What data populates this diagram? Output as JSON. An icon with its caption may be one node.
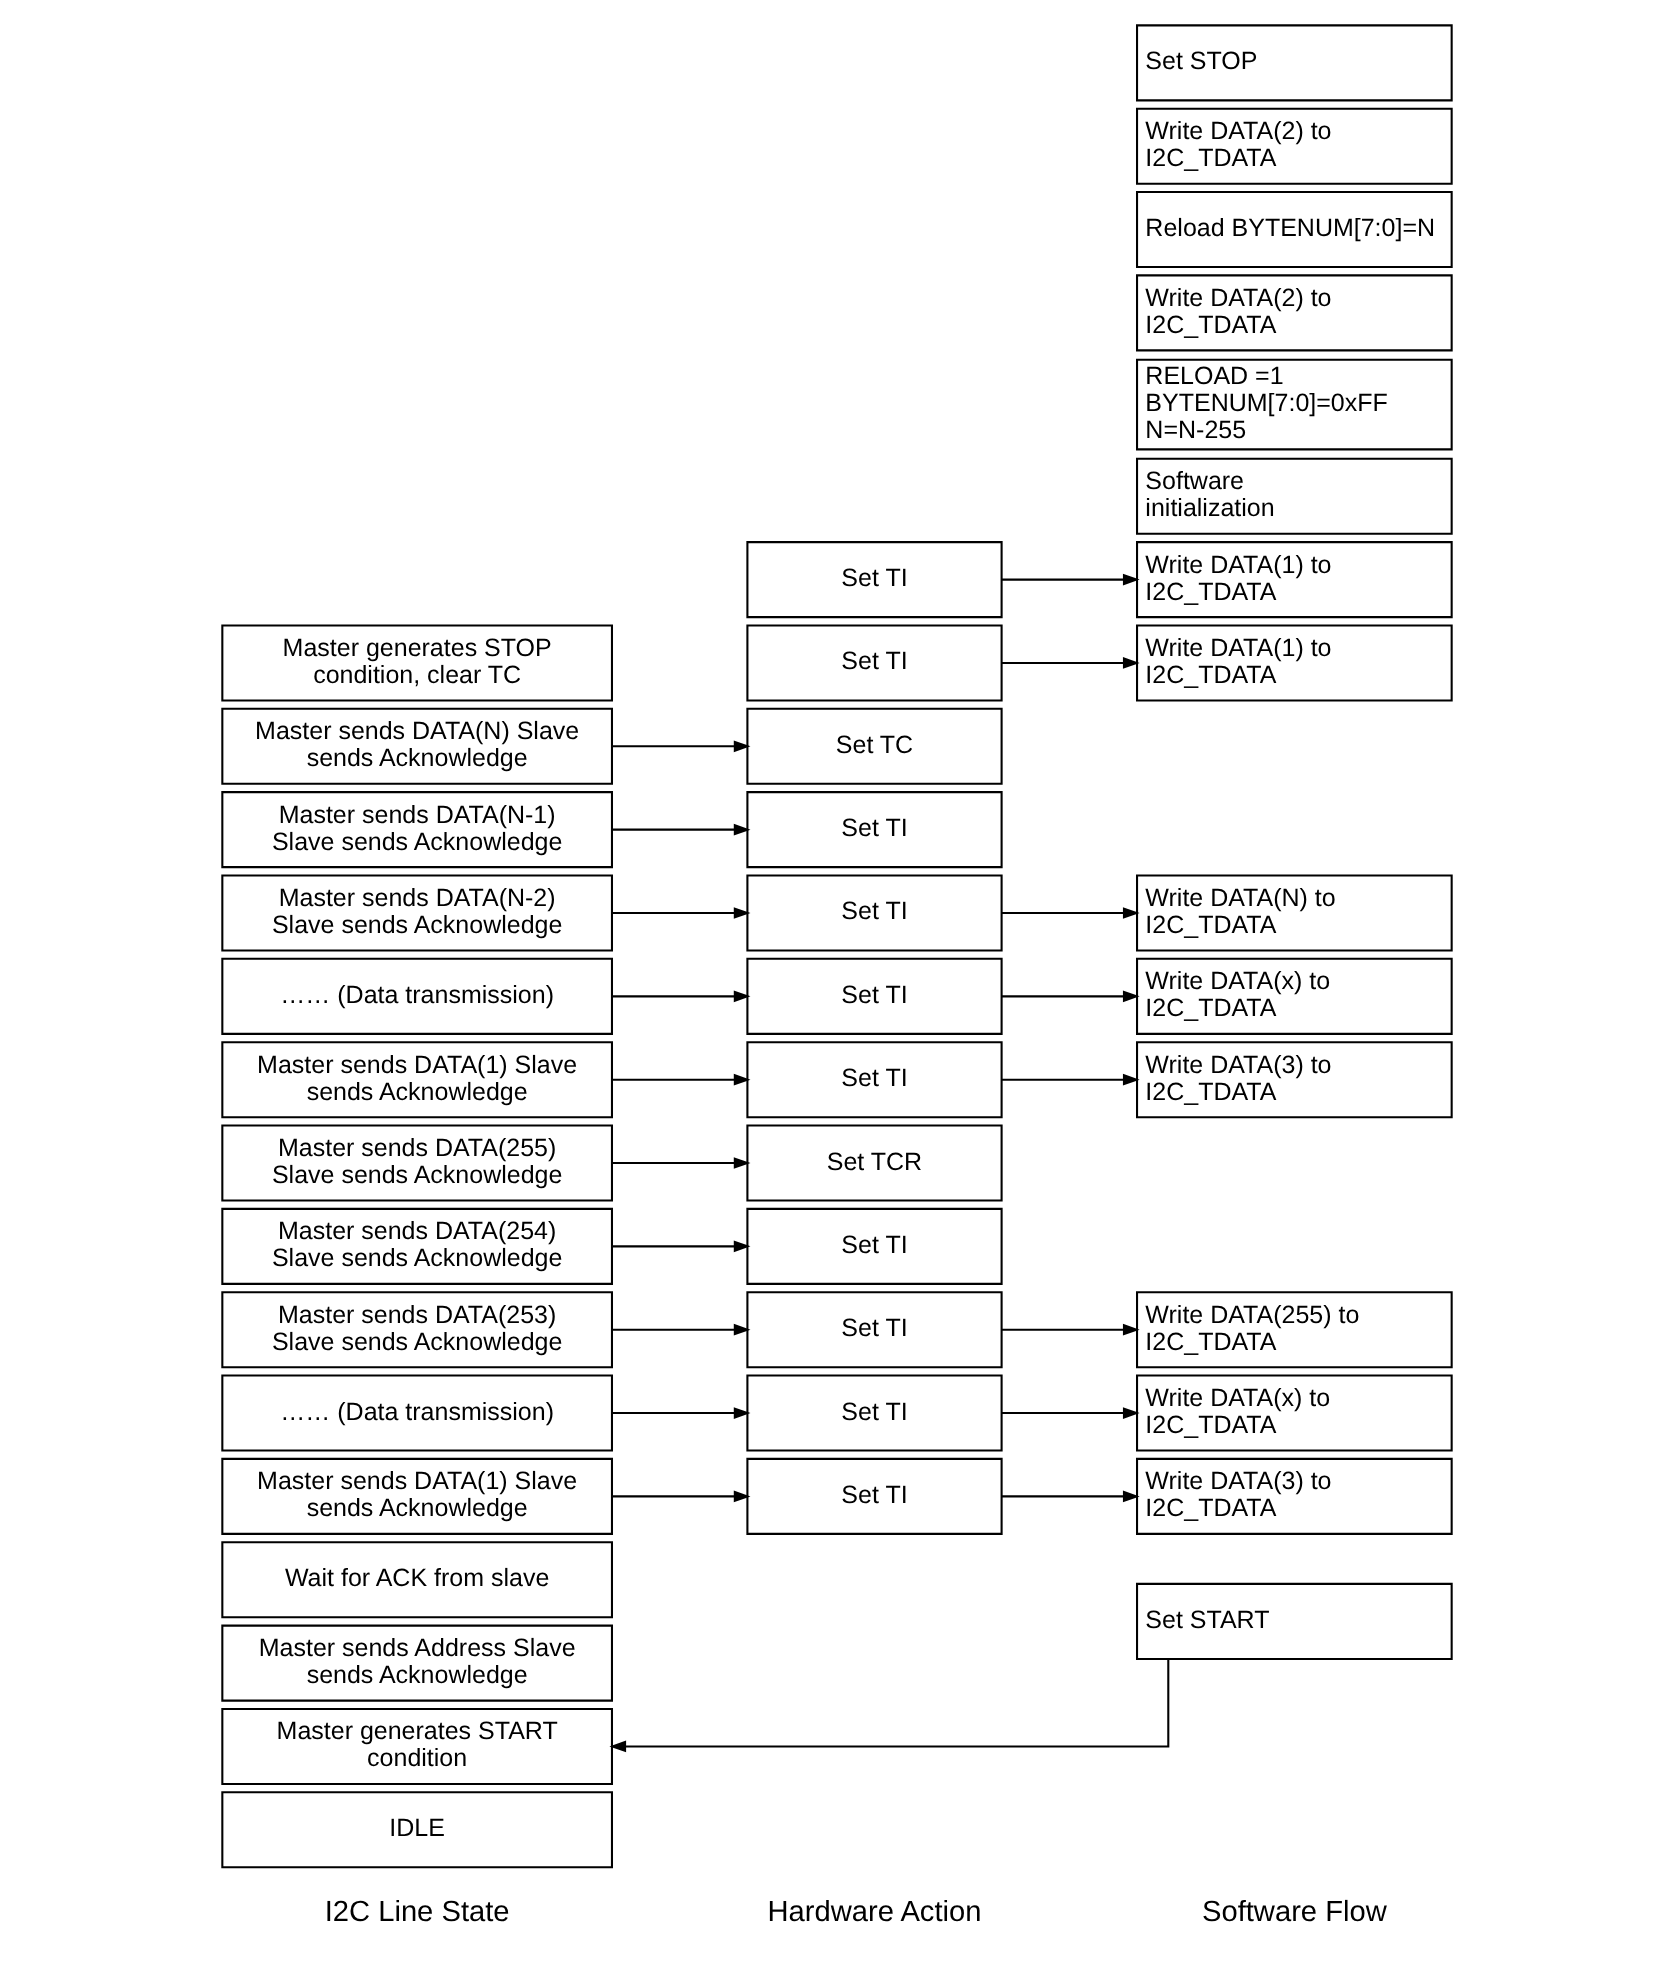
{
  "diagram": {
    "nodes": [
      {
        "text": [
          "IDLE"
        ]
      },
      {
        "text": [
          "Master generates START condition"
        ]
      },
      {
        "text": [
          "Master sends Address Slave sends Acknowledge"
        ]
      },
      {
        "text": [
          "Wait for ACK from slave"
        ]
      },
      {
        "text": [
          "Master sends DATA(1) Slave sends Acknowledge"
        ]
      },
      {
        "text": [
          "…… (Data transmission)"
        ]
      },
      {
        "text": [
          "Master sends DATA(253) Slave sends Acknowledge"
        ]
      },
      {
        "text": [
          "Master sends DATA(254) Slave sends Acknowledge"
        ]
      },
      {
        "text": [
          "Master sends DATA(255) Slave sends Acknowledge"
        ]
      },
      {
        "text": [
          "Master sends DATA(1) Slave sends Acknowledge"
        ]
      },
      {
        "text": [
          "…… (Data transmission)"
        ]
      },
      {
        "text": [
          "Master sends DATA(N-2) Slave sends Acknowledge"
        ]
      },
      {
        "text": [
          "Master sends DATA(N-1) Slave sends Acknowledge"
        ]
      },
      {
        "text": [
          "Master sends DATA(N) Slave sends Acknowledge"
        ]
      },
      {
        "text": [
          "Master generates STOP condition, clear TC"
        ]
      },
      {
        "text": [
          "Set TI"
        ]
      },
      {
        "text": [
          "Set TI"
        ]
      },
      {
        "text": [
          "Set TI"
        ]
      },
      {
        "text": [
          "Set TI"
        ]
      },
      {
        "text": [
          "Set TI"
        ]
      },
      {
        "text": [
          "Set TCR"
        ]
      },
      {
        "text": [
          "Set TI"
        ]
      },
      {
        "text": [
          "Set TI"
        ]
      },
      {
        "text": [
          "Set TI"
        ]
      },
      {
        "text": [
          "Set TI"
        ]
      },
      {
        "text": [
          "Set TI"
        ]
      },
      {
        "text": [
          "Set TC"
        ]
      },
      {
        "text": [
          "Software initialization"
        ]
      },
      {
        "text": [
          "RELOAD =1 BYTENUM[7:0]=0xFF N=N-255"
        ]
      },
      {
        "text": [
          "Set START"
        ]
      },
      {
        "text": [
          "Write DATA(1) to I2C_TDATA"
        ]
      },
      {
        "text": [
          "Write DATA(2) to I2C_TDATA"
        ]
      },
      {
        "text": [
          "Write DATA(3) to I2C_TDATA"
        ]
      },
      {
        "text": [
          "Write DATA(x) to I2C_TDATA"
        ]
      },
      {
        "text": [
          "Write DATA(255) to I2C_TDATA"
        ]
      },
      {
        "text": [
          "Reload BYTENUM[7:0]=N"
        ]
      },
      {
        "text": [
          "Write DATA(1) to I2C_TDATA"
        ]
      },
      {
        "text": [
          "Write DATA(2) to I2C_TDATA"
        ]
      },
      {
        "text": [
          "Write DATA(3) to I2C_TDATA"
        ]
      },
      {
        "text": [
          "Write DATA(x) to I2C_TDATA"
        ]
      },
      {
        "text": [
          "Write DATA(N) to I2C_TDATA"
        ]
      },
      {
        "text": [
          "Set STOP"
        ]
      }
    ],
    "edges": [
      {
        "from": 29,
        "to": 1,
        "arrow": "to"
      },
      {
        "from": 15,
        "to": 30,
        "arrow": "to"
      },
      {
        "from": 4,
        "to": 16,
        "arrow": "to"
      },
      {
        "from": 16,
        "to": 32,
        "arrow": "to"
      },
      {
        "from": 5,
        "to": 17,
        "arrow": "to"
      },
      {
        "from": 17,
        "to": 33,
        "arrow": "to"
      },
      {
        "from": 6,
        "to": 18,
        "arrow": "to"
      },
      {
        "from": 18,
        "to": 34,
        "arrow": "to"
      },
      {
        "from": 7,
        "to": 19,
        "arrow": "to"
      },
      {
        "from": 8,
        "to": 20,
        "arrow": "to"
      },
      {
        "from": 21,
        "to": 36,
        "arrow": "to"
      },
      {
        "from": 9,
        "to": 22,
        "arrow": "to"
      },
      {
        "from": 22,
        "to": 38,
        "arrow": "to"
      },
      {
        "from": 10,
        "to": 23,
        "arrow": "to"
      },
      {
        "from": 23,
        "to": 39,
        "arrow": "to"
      },
      {
        "from": 11,
        "to": 24,
        "arrow": "to"
      },
      {
        "from": 24,
        "to": 40,
        "arrow": "to"
      },
      {
        "from": 12,
        "to": 25,
        "arrow": "to"
      },
      {
        "from": 13,
        "to": 26,
        "arrow": "to"
      }
    ],
    "labels": [
      "I2C Line State",
      "Hardware Action",
      "Software Flow"
    ]
  }
}
